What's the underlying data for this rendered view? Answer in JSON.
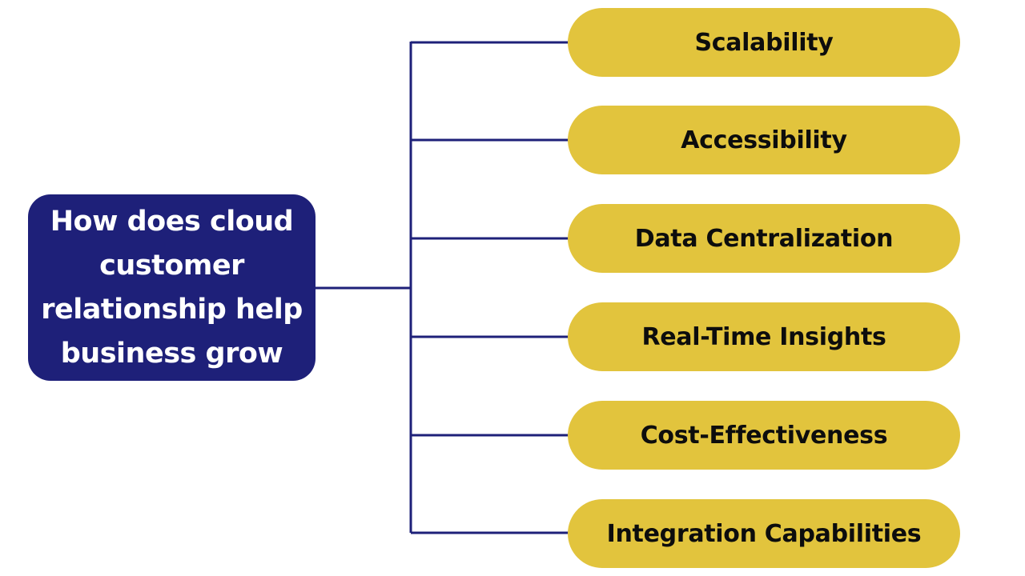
{
  "root": {
    "text": "How does cloud customer relationship help business grow"
  },
  "items": [
    {
      "label": "Scalability"
    },
    {
      "label": "Accessibility"
    },
    {
      "label": "Data Centralization"
    },
    {
      "label": "Real-Time Insights"
    },
    {
      "label": "Cost-Effectiveness"
    },
    {
      "label": "Integration Capabilities"
    }
  ],
  "colors": {
    "root_fill": "#1e2079",
    "root_text": "#ffffff",
    "pill_fill": "#e2c43d",
    "pill_text": "#0d0d0d",
    "connector": "#1e2079"
  }
}
